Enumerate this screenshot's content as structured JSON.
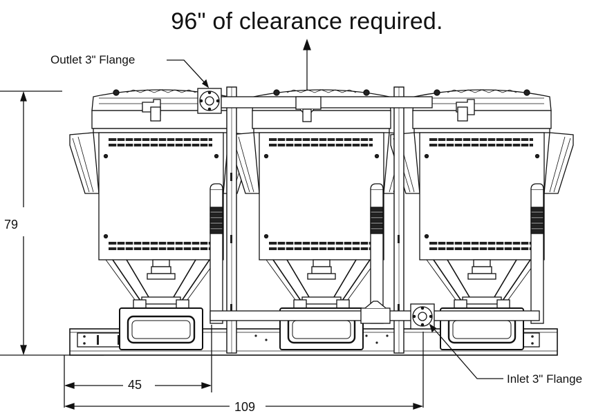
{
  "title": "96\" of clearance required.",
  "labels": {
    "outlet": "Outlet 3\" Flange",
    "inlet": "Inlet 3\" Flange"
  },
  "dimensions": {
    "height": "79",
    "outlet_offset": "45",
    "inlet_offset": "109"
  },
  "units": [
    "left",
    "center",
    "right"
  ]
}
